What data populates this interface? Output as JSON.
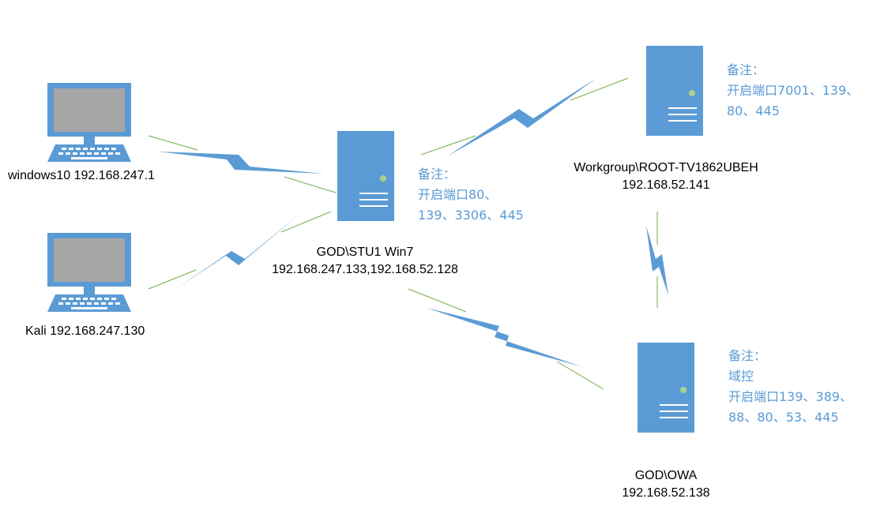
{
  "colors": {
    "device": "#5b9bd5",
    "screen": "#a6a6a6",
    "link": "#70ad47",
    "note_text": "#5b9bd5",
    "led": "#a9d18e"
  },
  "nodes": {
    "win10": {
      "icon": "laptop-icon",
      "label": "windows10 192.168.247.1"
    },
    "kali": {
      "icon": "laptop-icon",
      "label": "Kali 192.168.247.130"
    },
    "stu1": {
      "icon": "server-icon",
      "label_line1": "GOD\\STU1 Win7",
      "label_line2": "192.168.247.133,192.168.52.128"
    },
    "root": {
      "icon": "server-icon",
      "label_line1": "Workgroup\\ROOT-TV1862UBEH",
      "label_line2": "192.168.52.141"
    },
    "owa": {
      "icon": "server-icon",
      "label_line1": "GOD\\OWA",
      "label_line2": "192.168.52.138"
    }
  },
  "notes": {
    "stu1": [
      "备注：",
      "开启端口80、",
      "139、3306、445"
    ],
    "root": [
      "备注：",
      "开启端口7001、139、",
      "80、445"
    ],
    "owa": [
      "备注：",
      "域控",
      "开启端口139、389、",
      "88、80、53、445"
    ]
  }
}
